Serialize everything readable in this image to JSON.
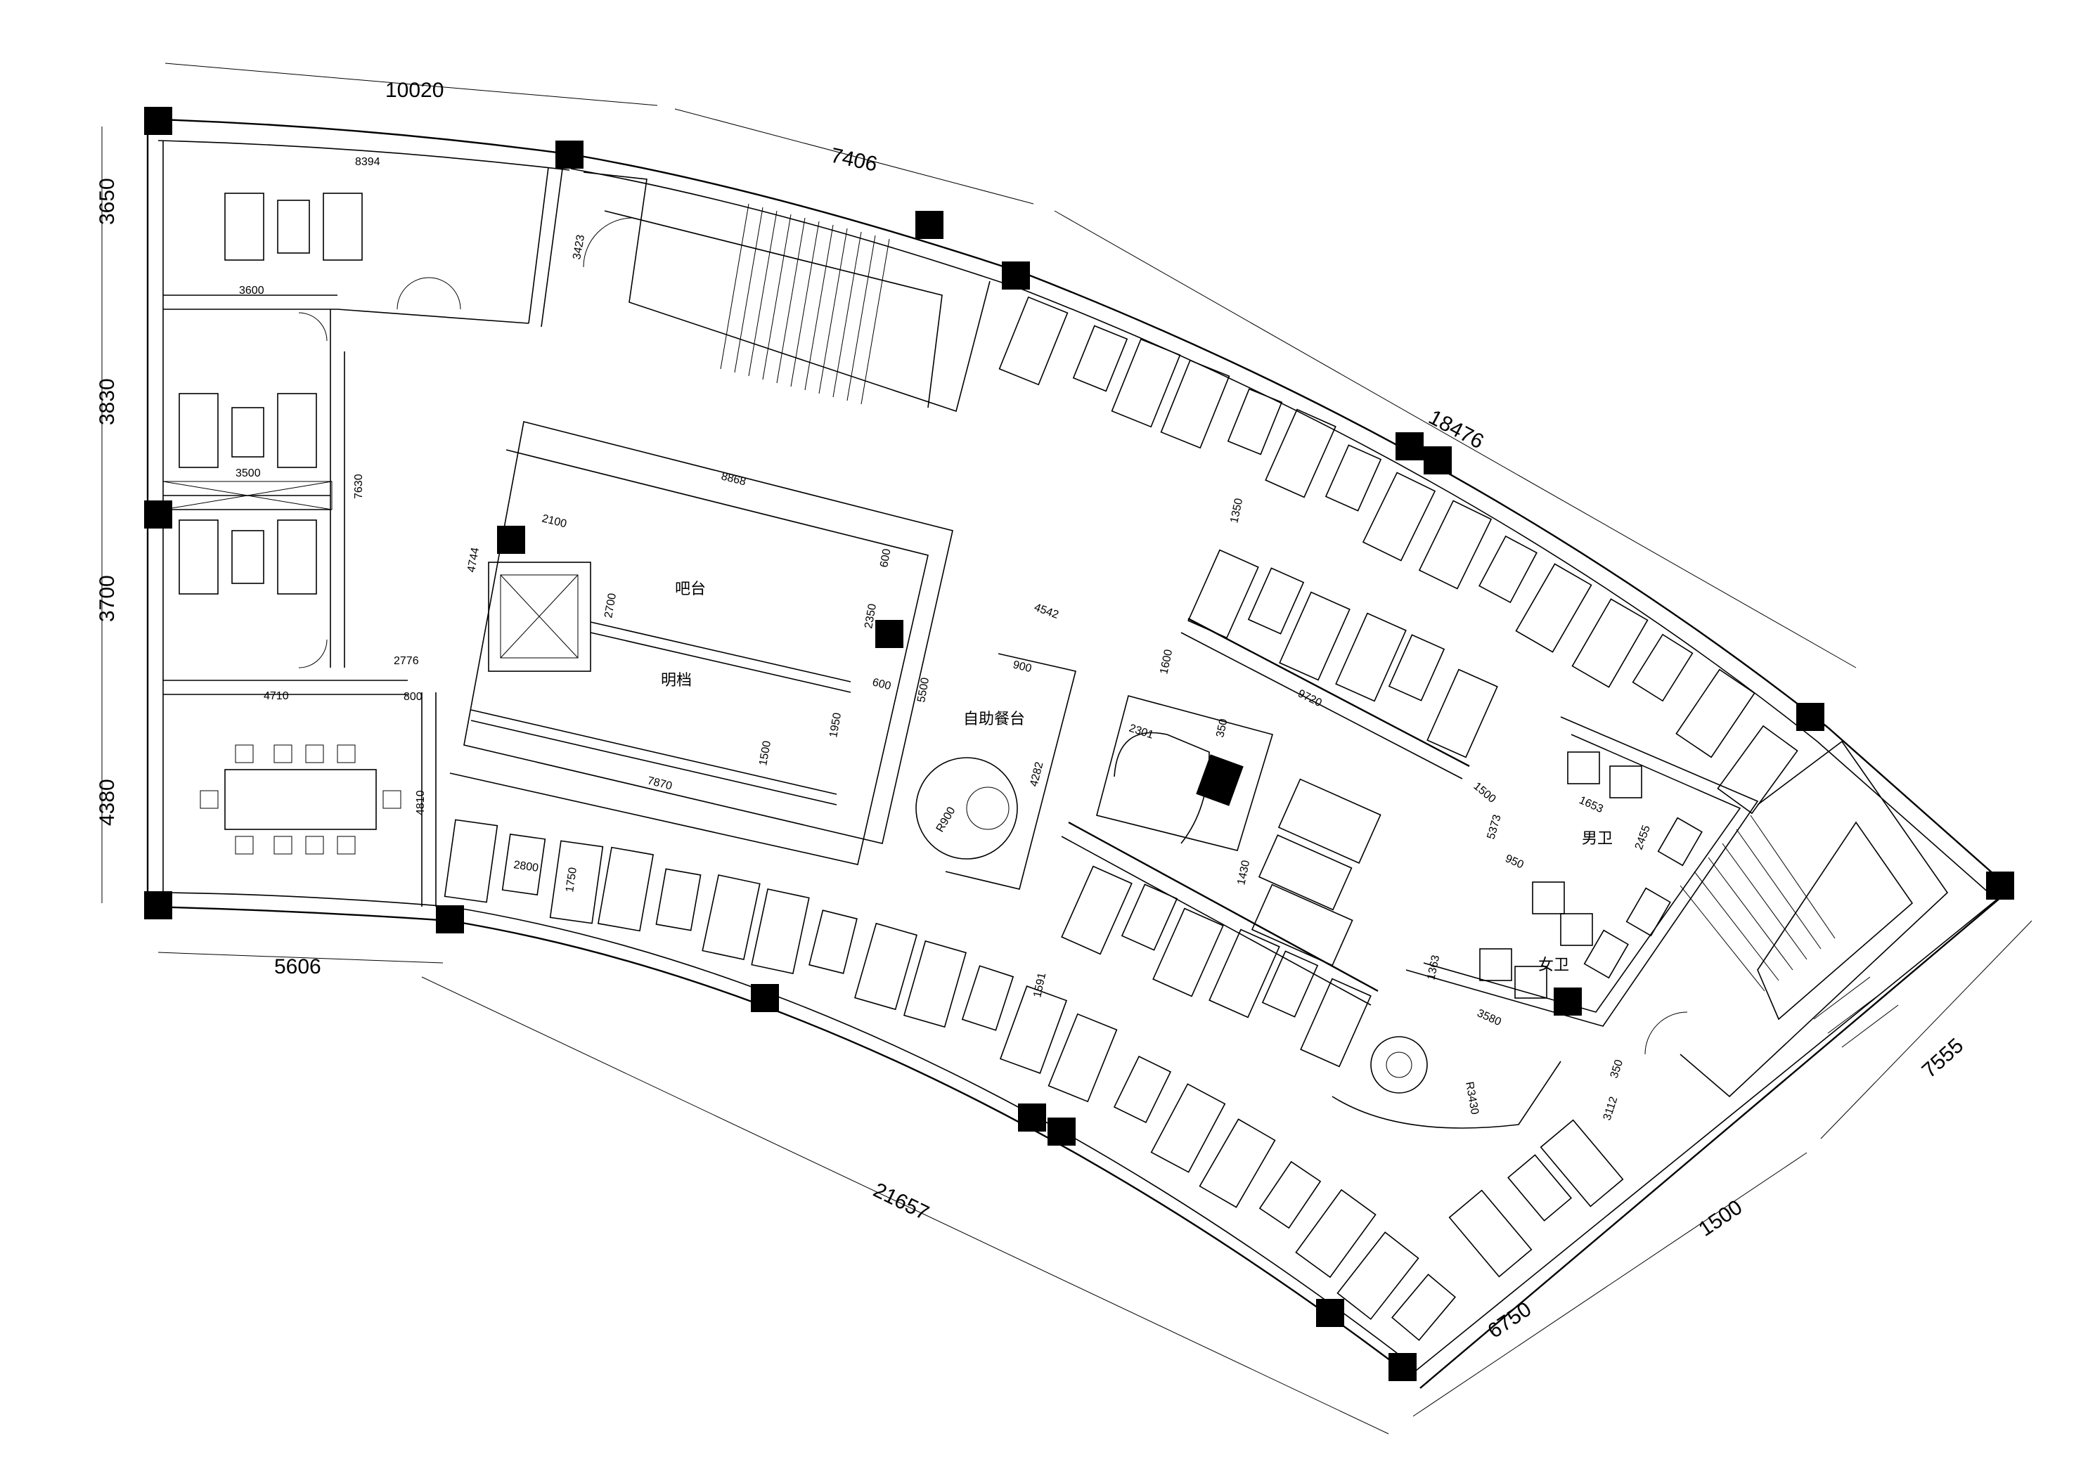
{
  "dimensions": {
    "top_left": "10020",
    "top_mid": "7406",
    "top_right": "18476",
    "left_1": "3650",
    "left_2": "3830",
    "left_3": "3700",
    "left_4": "4380",
    "bottom_left": "5606",
    "bottom_long": "21657",
    "bottom_right_1": "6750",
    "bottom_right_2": "1500",
    "right": "7555"
  },
  "inner_dimensions": {
    "d8394": "8394",
    "d3600": "3600",
    "d3500": "3500",
    "d7630": "7630",
    "d2776": "2776",
    "d4710": "4710",
    "d4810": "4810",
    "d800": "800",
    "d3423": "3423",
    "d8868": "8868",
    "d2100": "2100",
    "d4744": "4744",
    "d2700": "2700",
    "d2350": "2350",
    "d600a": "600",
    "d600b": "600",
    "d1950": "1950",
    "d1500": "1500",
    "d7870": "7870",
    "d5500": "5500",
    "d4542": "4542",
    "d900": "900",
    "d4282": "4282",
    "d2800": "2800",
    "d1750": "1750",
    "d1350": "1350",
    "d1600": "1600",
    "d9720": "9720",
    "d2301": "2301",
    "d350": "350",
    "d1430": "1430",
    "d1591": "1591",
    "d1363": "1363",
    "d1500r": "1500",
    "d5373": "5373",
    "d1653": "1653",
    "d2455": "2455",
    "d950": "950",
    "d3580": "3580",
    "d3112": "3112",
    "d350b": "350",
    "dR3430": "R3430",
    "dR900": "R900"
  },
  "rooms": {
    "bar": "吧台",
    "booth": "明档",
    "buffet": "自助餐台",
    "mens_wc": "男卫",
    "womens_wc": "女卫"
  }
}
